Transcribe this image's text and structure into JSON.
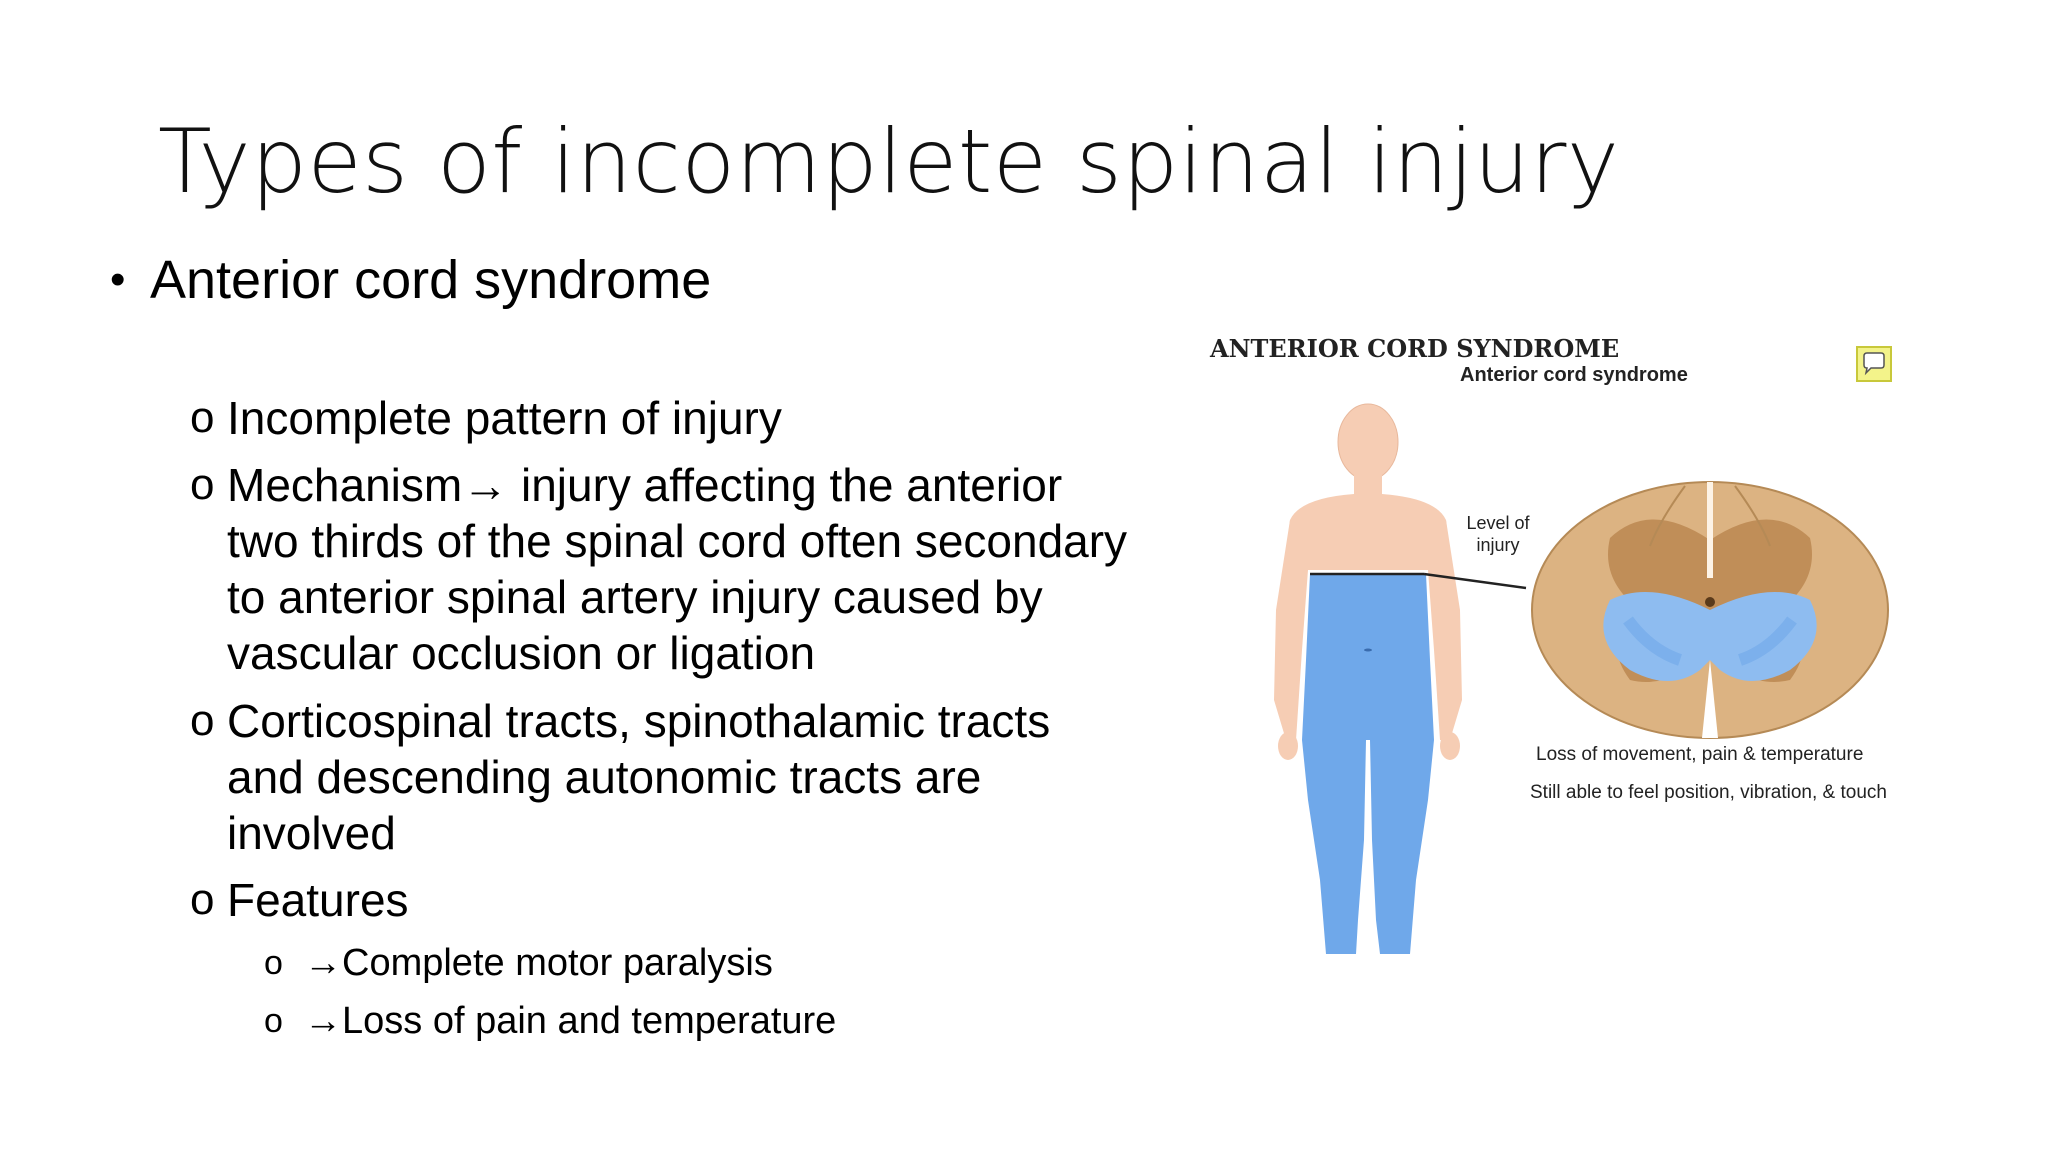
{
  "slide": {
    "title": "Types of incomplete spinal injury",
    "main_bullet": {
      "marker": "•",
      "text": "Anterior cord syndrome"
    },
    "sub_points": [
      {
        "marker": "o",
        "text": "Incomplete pattern of injury"
      },
      {
        "marker": "o",
        "text": "Mechanism→ injury affecting the anterior two thirds of the spinal cord often secondary to anterior spinal artery injury caused by vascular occlusion or ligation"
      },
      {
        "marker": "o",
        "text": "Corticospinal tracts, spinothalamic tracts and descending autonomic tracts are involved"
      },
      {
        "marker": "o",
        "text": "Features"
      }
    ],
    "features": [
      {
        "marker": "o",
        "text": "→Complete motor paralysis"
      },
      {
        "marker": "o",
        "text": "→Loss of pain and temperature"
      }
    ]
  },
  "figure": {
    "title": "ANTERIOR CORD SYNDROME",
    "subtitle": "Anterior cord syndrome",
    "level_label_line1": "Level of",
    "level_label_line2": "injury",
    "caption_loss": "Loss of movement, pain & temperature",
    "caption_preserved": "Still able to feel position, vibration, & touch",
    "icon": "comment-icon"
  },
  "colors": {
    "skin": "#f6cdb4",
    "affected_blue": "#6fa8ea",
    "cord_tan": "#dcb382",
    "cord_gray_matter": "#c08e58",
    "cord_blue": "#8ebcf0",
    "comment_yellow": "#f3f38a"
  }
}
